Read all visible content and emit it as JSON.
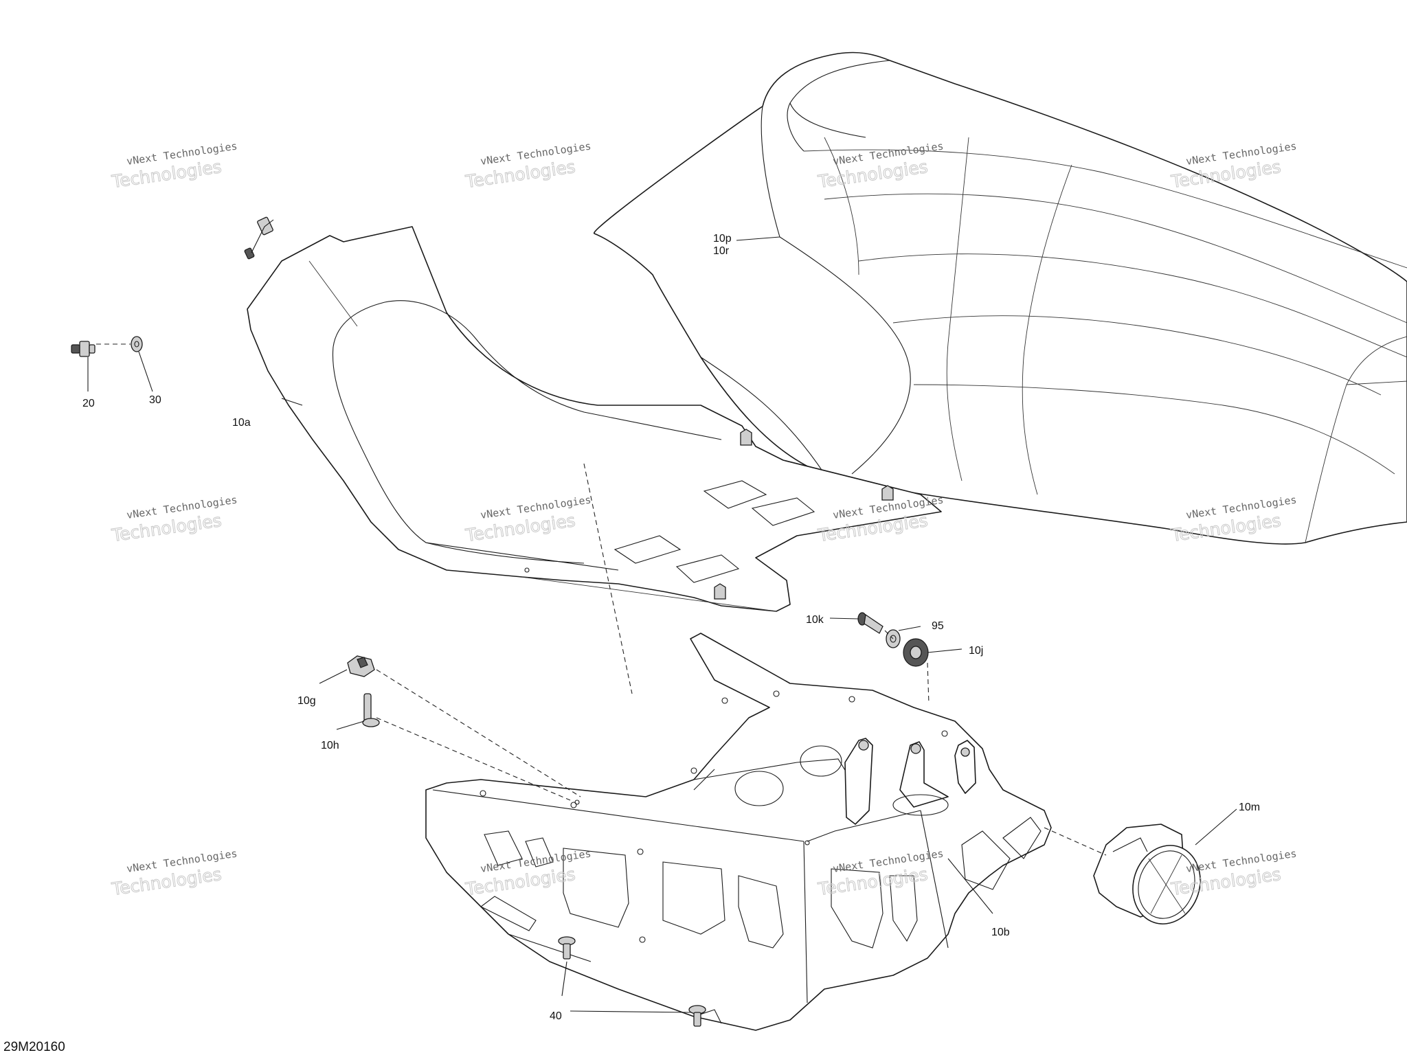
{
  "diagram": {
    "reference_code": "29M20160",
    "watermark": {
      "line1": "vNext Technologies",
      "line2": "Technologies"
    },
    "callouts": [
      {
        "id": "20",
        "text": "20"
      },
      {
        "id": "30",
        "text": "30"
      },
      {
        "id": "10a",
        "text": "10a"
      },
      {
        "id": "10p",
        "text": "10p"
      },
      {
        "id": "10r",
        "text": "10r"
      },
      {
        "id": "10k",
        "text": "10k"
      },
      {
        "id": "95",
        "text": "95"
      },
      {
        "id": "10j",
        "text": "10j"
      },
      {
        "id": "10g",
        "text": "10g"
      },
      {
        "id": "10h",
        "text": "10h"
      },
      {
        "id": "10m",
        "text": "10m"
      },
      {
        "id": "10b",
        "text": "10b"
      },
      {
        "id": "40",
        "text": "40"
      }
    ],
    "parts": [
      "seat-cushion",
      "seat-base-pan",
      "seat-bracket-frame",
      "cap-round",
      "retainer-20",
      "washer-30",
      "screw-10k",
      "washer-95",
      "grommet-10j",
      "clip-10g",
      "pin-10h",
      "rivet-40"
    ]
  }
}
